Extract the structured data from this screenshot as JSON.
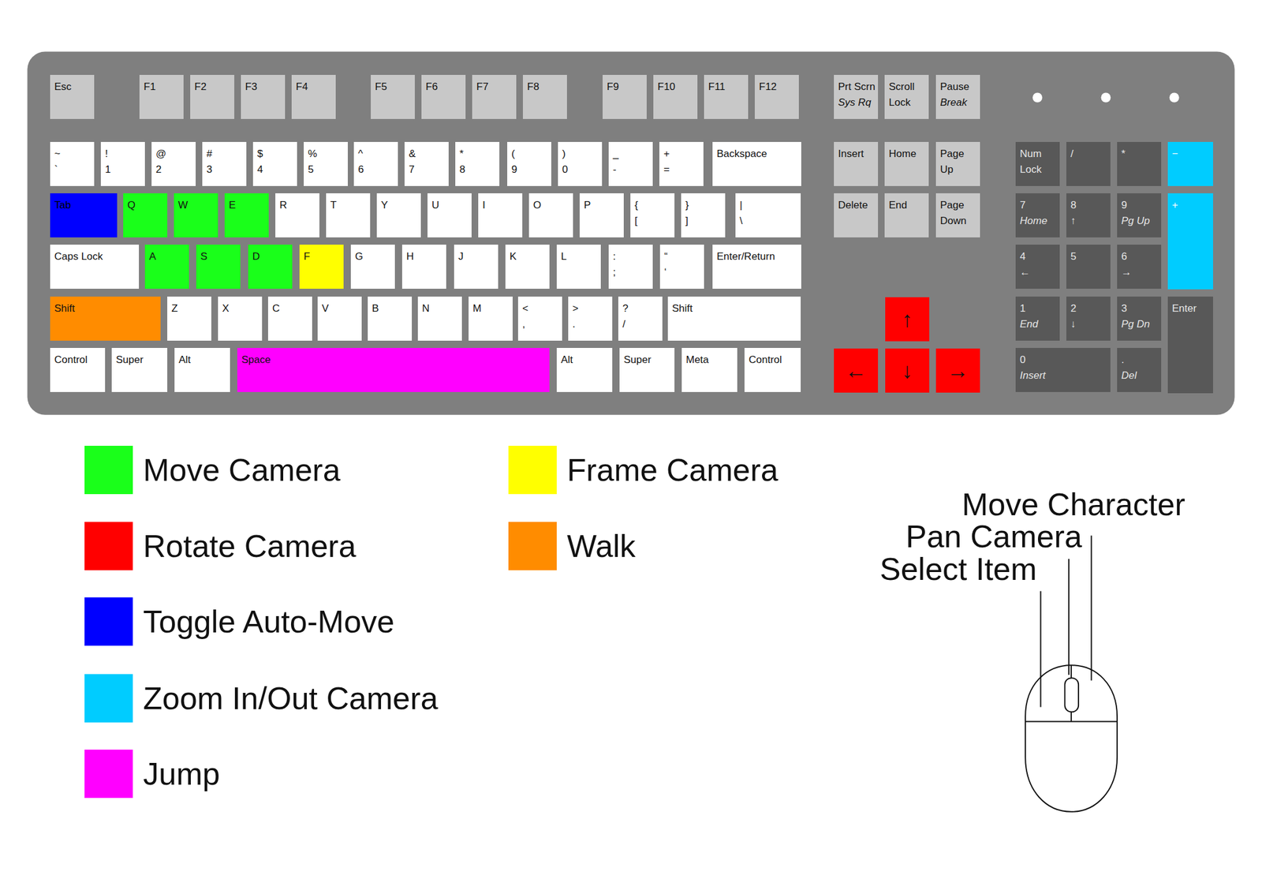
{
  "diagram": {
    "nodes": [
      {
        "text": [
          "Esc"
        ]
      },
      {
        "text": [
          "F1"
        ]
      },
      {
        "text": [
          "F2"
        ]
      },
      {
        "text": [
          "F3"
        ]
      },
      {
        "text": [
          "F4"
        ]
      },
      {
        "text": [
          "F5"
        ]
      },
      {
        "text": [
          "F6"
        ]
      },
      {
        "text": [
          "F7"
        ]
      },
      {
        "text": [
          "F8"
        ]
      },
      {
        "text": [
          "F9"
        ]
      },
      {
        "text": [
          "F10"
        ]
      },
      {
        "text": [
          "F11"
        ]
      },
      {
        "text": [
          "F12"
        ]
      },
      {
        "text": [
          "Prt Scrn",
          "Sys Rq"
        ]
      },
      {
        "text": [
          "Scroll Lock"
        ]
      },
      {
        "text": [
          "Pause",
          "Break"
        ]
      },
      {
        "text": [
          "~",
          "`"
        ]
      },
      {
        "text": [
          "!",
          "1"
        ]
      },
      {
        "text": [
          "@",
          "2"
        ]
      },
      {
        "text": [
          "#",
          "3"
        ]
      },
      {
        "text": [
          "$",
          "4"
        ]
      },
      {
        "text": [
          "%",
          "5"
        ]
      },
      {
        "text": [
          "^",
          "6"
        ]
      },
      {
        "text": [
          "&",
          "7"
        ]
      },
      {
        "text": [
          "*",
          "8"
        ]
      },
      {
        "text": [
          "(",
          "9"
        ]
      },
      {
        "text": [
          ")",
          "0"
        ]
      },
      {
        "text": [
          "_",
          "-"
        ]
      },
      {
        "text": [
          "+",
          "="
        ]
      },
      {
        "text": [
          "Backspace"
        ]
      },
      {
        "text": [
          "Insert"
        ]
      },
      {
        "text": [
          "Home"
        ]
      },
      {
        "text": [
          "Page Up"
        ]
      },
      {
        "text": [
          "Num Lock"
        ]
      },
      {
        "text": [
          "/"
        ]
      },
      {
        "text": [
          "*"
        ]
      },
      {
        "text": [
          "−"
        ]
      },
      {
        "text": [
          "Tab"
        ]
      },
      {
        "text": [
          "Q"
        ]
      },
      {
        "text": [
          "W"
        ]
      },
      {
        "text": [
          "E"
        ]
      },
      {
        "text": [
          "R"
        ]
      },
      {
        "text": [
          "T"
        ]
      },
      {
        "text": [
          "Y"
        ]
      },
      {
        "text": [
          "U"
        ]
      },
      {
        "text": [
          "I"
        ]
      },
      {
        "text": [
          "O"
        ]
      },
      {
        "text": [
          "P"
        ]
      },
      {
        "text": [
          "{",
          "["
        ]
      },
      {
        "text": [
          "}",
          "]"
        ]
      },
      {
        "text": [
          "|",
          "\\"
        ]
      },
      {
        "text": [
          "Delete"
        ]
      },
      {
        "text": [
          "End"
        ]
      },
      {
        "text": [
          "Page Down"
        ]
      },
      {
        "text": [
          "7",
          "Home"
        ]
      },
      {
        "text": [
          "8",
          "↑"
        ]
      },
      {
        "text": [
          "9",
          "Pg Up"
        ]
      },
      {
        "text": [
          "+"
        ]
      },
      {
        "text": [
          "Caps Lock"
        ]
      },
      {
        "text": [
          "A"
        ]
      },
      {
        "text": [
          "S"
        ]
      },
      {
        "text": [
          "D"
        ]
      },
      {
        "text": [
          "F"
        ]
      },
      {
        "text": [
          "G"
        ]
      },
      {
        "text": [
          "H"
        ]
      },
      {
        "text": [
          "J"
        ]
      },
      {
        "text": [
          "K"
        ]
      },
      {
        "text": [
          "L"
        ]
      },
      {
        "text": [
          ":",
          ";"
        ]
      },
      {
        "text": [
          "“",
          "‘"
        ]
      },
      {
        "text": [
          "Enter/Return"
        ]
      },
      {
        "text": [
          "4",
          "←"
        ]
      },
      {
        "text": [
          "5"
        ]
      },
      {
        "text": [
          "6",
          "→"
        ]
      },
      {
        "text": [
          "Shift"
        ]
      },
      {
        "text": [
          "Z"
        ]
      },
      {
        "text": [
          "X"
        ]
      },
      {
        "text": [
          "C"
        ]
      },
      {
        "text": [
          "V"
        ]
      },
      {
        "text": [
          "B"
        ]
      },
      {
        "text": [
          "N"
        ]
      },
      {
        "text": [
          "M"
        ]
      },
      {
        "text": [
          "<",
          ","
        ]
      },
      {
        "text": [
          ">",
          "."
        ]
      },
      {
        "text": [
          "?",
          "/"
        ]
      },
      {
        "text": [
          "Shift"
        ]
      },
      {
        "text": [
          "↑"
        ]
      },
      {
        "text": [
          "1",
          "End"
        ]
      },
      {
        "text": [
          "2",
          "↓"
        ]
      },
      {
        "text": [
          "3",
          "Pg Dn"
        ]
      },
      {
        "text": [
          "Enter"
        ]
      },
      {
        "text": [
          "Control"
        ]
      },
      {
        "text": [
          "Super"
        ]
      },
      {
        "text": [
          "Alt"
        ]
      },
      {
        "text": [
          "Space"
        ]
      },
      {
        "text": [
          "Alt"
        ]
      },
      {
        "text": [
          "Super"
        ]
      },
      {
        "text": [
          "Meta"
        ]
      },
      {
        "text": [
          "Control"
        ]
      },
      {
        "text": [
          "←"
        ]
      },
      {
        "text": [
          "↓"
        ]
      },
      {
        "text": [
          "→"
        ]
      },
      {
        "text": [
          "0",
          "Insert"
        ]
      },
      {
        "text": [
          ".",
          "Del"
        ]
      }
    ],
    "labels": [
      "Move Character",
      "Pan Camera",
      "Select Item"
    ],
    "legend": [
      {
        "text": "Move Camera",
        "color": "#1aff1a"
      },
      {
        "text": "Rotate Camera",
        "color": "#ff0000"
      },
      {
        "text": "Toggle Auto-Move",
        "color": "#0000ff"
      },
      {
        "text": "Zoom In/Out Camera",
        "color": "#00ccff"
      },
      {
        "text": "Jump",
        "color": "#ff00ff"
      },
      {
        "text": "Frame Camera",
        "color": "#ffff00"
      },
      {
        "text": "Walk",
        "color": "#ff8c00"
      }
    ]
  }
}
